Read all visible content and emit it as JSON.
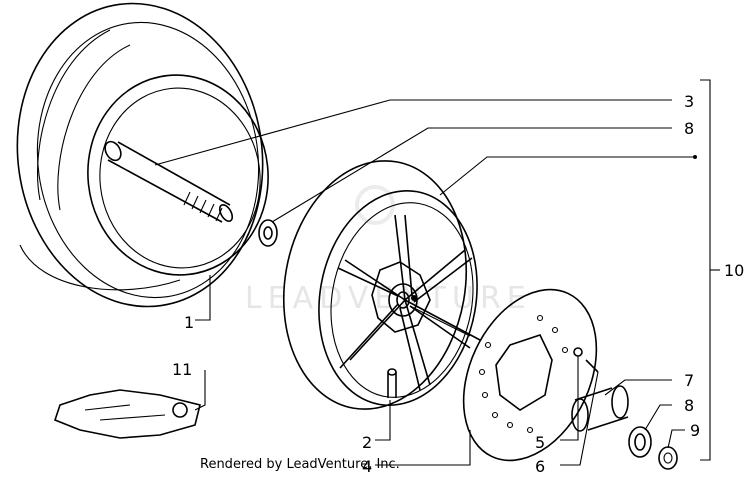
{
  "diagram": {
    "watermark": "LEADVENTURE",
    "credit": "Rendered by LeadVenture, Inc.",
    "callouts": [
      {
        "id": "callout-1",
        "label": "1"
      },
      {
        "id": "callout-2",
        "label": "2"
      },
      {
        "id": "callout-3",
        "label": "3"
      },
      {
        "id": "callout-4",
        "label": "4"
      },
      {
        "id": "callout-5",
        "label": "5"
      },
      {
        "id": "callout-6",
        "label": "6"
      },
      {
        "id": "callout-7",
        "label": "7"
      },
      {
        "id": "callout-8a",
        "label": "8"
      },
      {
        "id": "callout-8b",
        "label": "8"
      },
      {
        "id": "callout-9",
        "label": "9"
      },
      {
        "id": "callout-10",
        "label": "10"
      },
      {
        "id": "callout-11",
        "label": "11"
      }
    ]
  }
}
